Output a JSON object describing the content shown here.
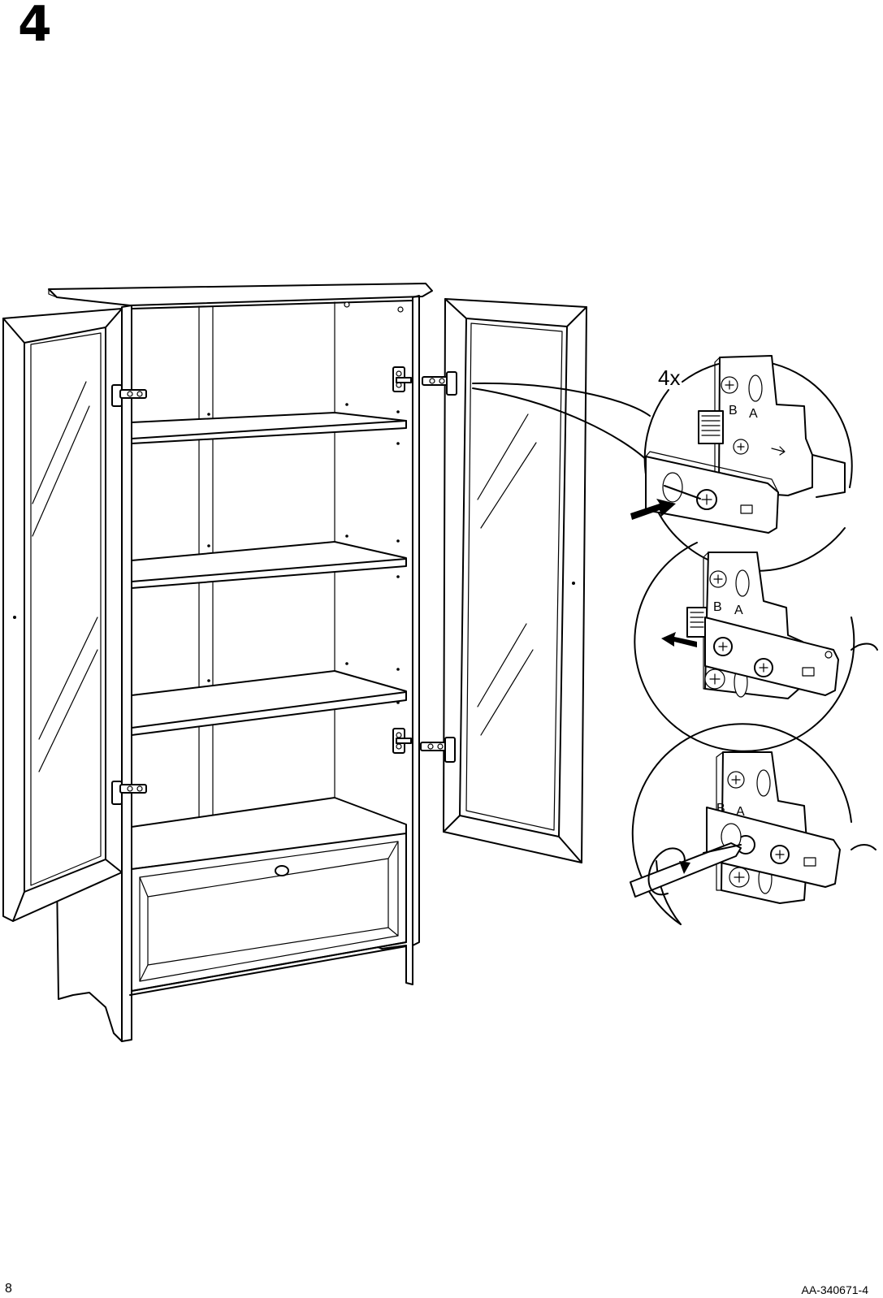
{
  "page": {
    "step_number": "4",
    "page_number": "8",
    "article_code": "AA-340671-4"
  },
  "detail": {
    "quantity": "4x",
    "label_b": "B",
    "label_a": "A"
  },
  "icons": [
    "cabinet-illustration",
    "hinge-detail-icon",
    "push-arrow-icon",
    "pull-arrow-icon",
    "screwdriver-icon",
    "rotate-arrow-icon"
  ]
}
